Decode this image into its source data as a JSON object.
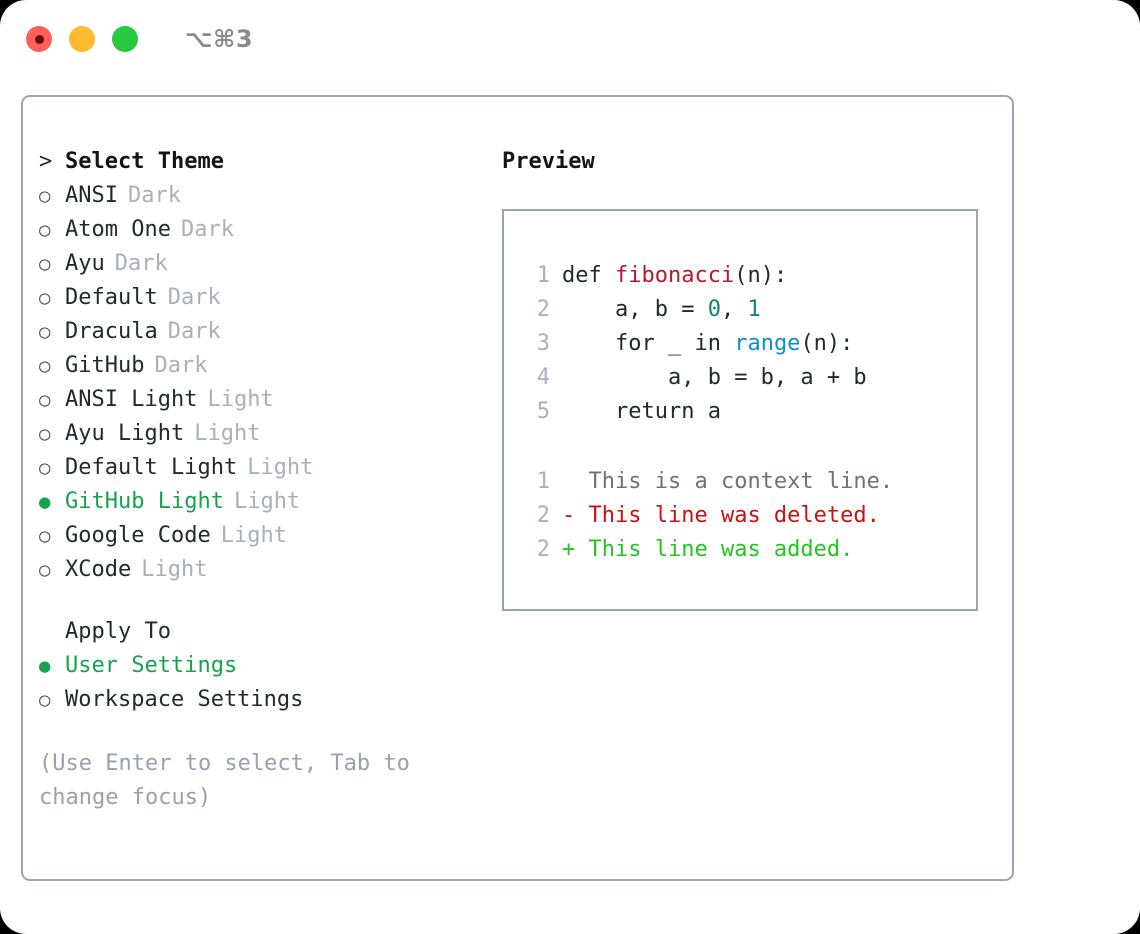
{
  "titlebar": {
    "shortcut": "⌥⌘3",
    "buttons": [
      {
        "name": "close",
        "color": "#fc6058"
      },
      {
        "name": "minimize",
        "color": "#fcbc2e"
      },
      {
        "name": "maximize",
        "color": "#28c840"
      }
    ]
  },
  "theme_section": {
    "header_marker": ">",
    "header": "Select Theme",
    "items": [
      {
        "marker": "○",
        "label": "ANSI",
        "tag": "Dark",
        "selected": false
      },
      {
        "marker": "○",
        "label": "Atom One",
        "tag": "Dark",
        "selected": false
      },
      {
        "marker": "○",
        "label": "Ayu",
        "tag": "Dark",
        "selected": false
      },
      {
        "marker": "○",
        "label": "Default",
        "tag": "Dark",
        "selected": false
      },
      {
        "marker": "○",
        "label": "Dracula",
        "tag": "Dark",
        "selected": false
      },
      {
        "marker": "○",
        "label": "GitHub",
        "tag": "Dark",
        "selected": false
      },
      {
        "marker": "○",
        "label": "ANSI Light",
        "tag": "Light",
        "selected": false
      },
      {
        "marker": "○",
        "label": "Ayu Light",
        "tag": "Light",
        "selected": false
      },
      {
        "marker": "○",
        "label": "Default Light",
        "tag": "Light",
        "selected": false
      },
      {
        "marker": "●",
        "label": "GitHub Light",
        "tag": "Light",
        "selected": true
      },
      {
        "marker": "○",
        "label": "Google Code",
        "tag": "Light",
        "selected": false
      },
      {
        "marker": "○",
        "label": "XCode",
        "tag": "Light",
        "selected": false
      }
    ]
  },
  "apply_section": {
    "header": "Apply To",
    "items": [
      {
        "marker": "●",
        "label": "User Settings",
        "selected": true
      },
      {
        "marker": "○",
        "label": "Workspace Settings",
        "selected": false
      }
    ]
  },
  "hint": "(Use Enter to select, Tab to change focus)",
  "preview": {
    "title": "Preview",
    "code_lines": [
      {
        "no": "1",
        "indent": "",
        "segments": [
          {
            "text": "def ",
            "token": "plain"
          },
          {
            "text": "fibonacci",
            "token": "fn"
          },
          {
            "text": "(n):",
            "token": "plain"
          }
        ]
      },
      {
        "no": "2",
        "indent": "    ",
        "segments": [
          {
            "text": "a, b = ",
            "token": "plain"
          },
          {
            "text": "0",
            "token": "num"
          },
          {
            "text": ", ",
            "token": "plain"
          },
          {
            "text": "1",
            "token": "num"
          }
        ]
      },
      {
        "no": "3",
        "indent": "    ",
        "segments": [
          {
            "text": "for _ in ",
            "token": "plain"
          },
          {
            "text": "range",
            "token": "builtin"
          },
          {
            "text": "(n):",
            "token": "plain"
          }
        ]
      },
      {
        "no": "4",
        "indent": "        ",
        "segments": [
          {
            "text": "a, b = b, a + b",
            "token": "plain"
          }
        ]
      },
      {
        "no": "5",
        "indent": "    ",
        "segments": [
          {
            "text": "return a",
            "token": "plain"
          }
        ]
      }
    ],
    "diff_lines": [
      {
        "no": "1",
        "sign": "  ",
        "text": "This is a context line.",
        "kind": "ctx"
      },
      {
        "no": "2",
        "sign": "- ",
        "text": "This line was deleted.",
        "kind": "del"
      },
      {
        "no": "2",
        "sign": "+ ",
        "text": "This line was added.",
        "kind": "add"
      }
    ]
  },
  "colors": {
    "selected_green": "#16a34a",
    "diff_add_green": "#22c522",
    "diff_del_red": "#cc1111",
    "function_red": "#b31d28",
    "number_teal": "#0d8577",
    "builtin_blue": "#0b8fd4",
    "muted_gray": "#a8b0bb",
    "border_bluegray": "#9aa5b1"
  }
}
